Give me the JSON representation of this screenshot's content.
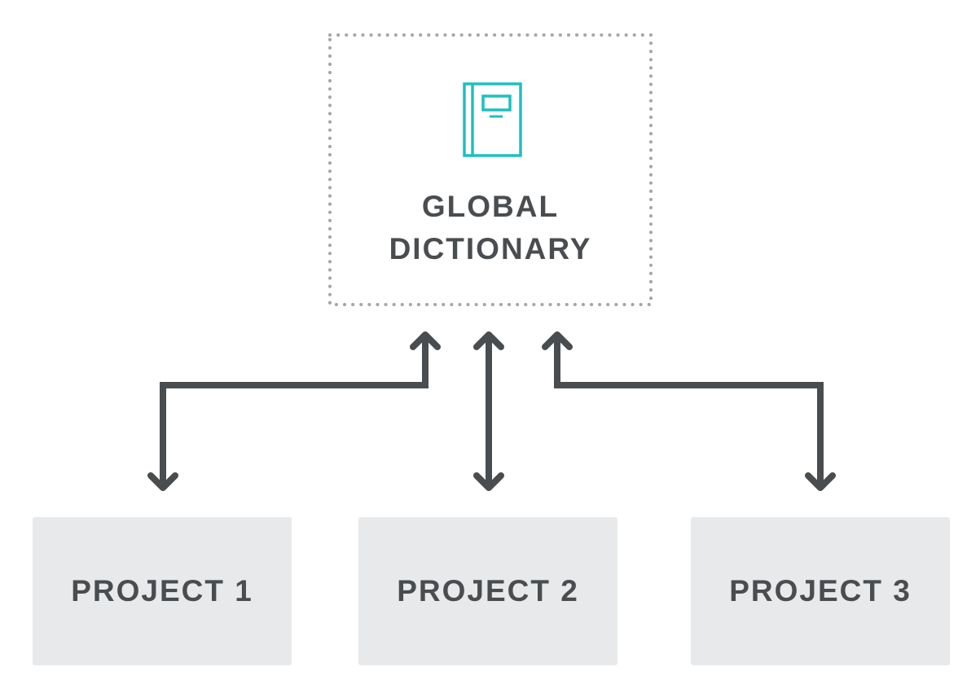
{
  "colors": {
    "text": "#4a4d50",
    "arrow": "#4a4d50",
    "icon": "#1fbfbf",
    "box_fill": "#e8e9ea",
    "dotted_border": "#a6a6a6"
  },
  "dictionary": {
    "icon": "book-icon",
    "title_line_1": "GLOBAL",
    "title_line_2": "DICTIONARY"
  },
  "projects": [
    {
      "label": "PROJECT 1"
    },
    {
      "label": "PROJECT 2"
    },
    {
      "label": "PROJECT 3"
    }
  ],
  "connections": [
    {
      "from": "GLOBAL DICTIONARY",
      "to": "PROJECT 1",
      "direction": "bidirectional"
    },
    {
      "from": "GLOBAL DICTIONARY",
      "to": "PROJECT 2",
      "direction": "bidirectional"
    },
    {
      "from": "GLOBAL DICTIONARY",
      "to": "PROJECT 3",
      "direction": "bidirectional"
    }
  ]
}
